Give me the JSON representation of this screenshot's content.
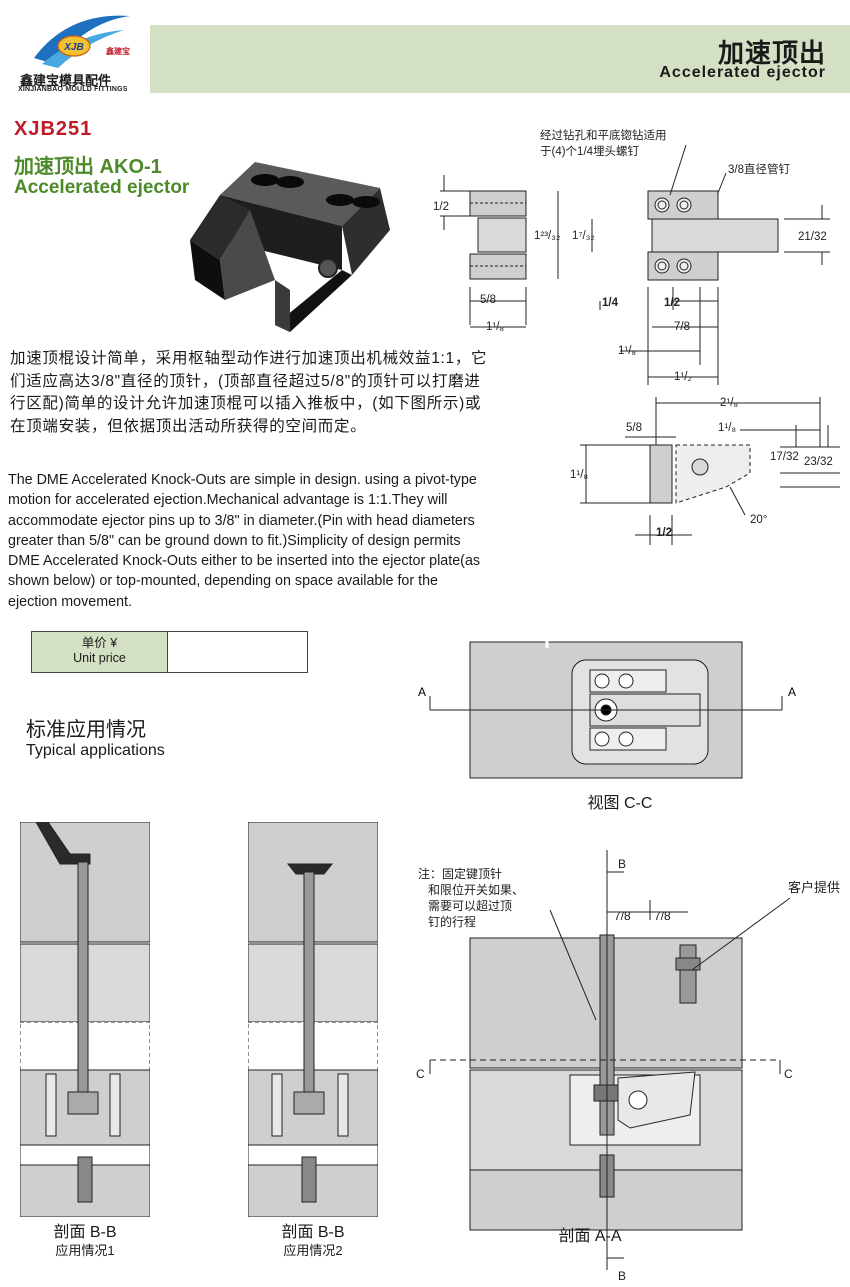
{
  "header": {
    "title_cn": "加速顶出",
    "title_en": "Accelerated ejector"
  },
  "logo": {
    "badge": "XJB",
    "badge_cn": "鑫建宝",
    "name_cn": "鑫建宝模具配件",
    "name_en": "XINJIANBAO MOULD FITTINGS"
  },
  "product": {
    "code": "XJB251",
    "name_cn": "加速顶出  AKO-1",
    "name_en": "Accelerated ejector"
  },
  "description": {
    "cn": "加速顶棍设计简单，采用枢轴型动作进行加速顶出机械效益1:1，它们适应高达3/8\"直径的顶针，(顶部直径超过5/8\"的顶针可以打磨进行区配)简单的设计允许加速顶棍可以插入推板中，(如下图所示)或在顶端安装，但依据顶出活动所获得的空间而定。",
    "en": "The DME Accelerated Knock-Outs are simple in design. using a pivot-type motion for accelerated ejection.Mechanical advantage is 1:1.They will accommodate ejector pins up to 3/8\"  in diameter.(Pin with head diameters greater than 5/8\"  can be ground down to fit.)Simplicity of design permits DME Accelerated Knock-Outs either to be inserted into the ejector plate(as shown below) or top-mounted, depending on space available for the ejection movement."
  },
  "price": {
    "label_cn": "单价 ¥",
    "label_en": "Unit price",
    "value": ""
  },
  "applications": {
    "title_cn": "标准应用情况",
    "title_en": "Typical applications"
  },
  "dims": {
    "note_drill_1": "经过钻孔和平底锪钻适用",
    "note_drill_2": "于(4)个1/4埋头螺钉",
    "dowel_note": "3/8直径管钉",
    "d_half": "1/2",
    "d_123_32": "1²³/₃₂",
    "d_17_32": "1⁷/₃₂",
    "d_21_32": "21/32",
    "d_5_8": "5/8",
    "d_1_4": "1/4",
    "d_1_2": "1/2",
    "d_7_8": "7/8",
    "d_1_1_8": "1¹/₈",
    "d_1_1_2": "1¹/₂",
    "d_2_1_8": "2¹/₈",
    "d_17_32_b": "17/32",
    "d_23_32": "23/32",
    "d_20deg": "20°"
  },
  "views": {
    "cc_caption": "视图  C-C",
    "section_a_label": "A",
    "section_b_label": "B",
    "section_c_label": "C",
    "note_pin_1": "注：固定键顶针",
    "note_pin_2": "和限位开关如果、",
    "note_pin_3": "需要可以超过顶",
    "note_pin_4": "钉的行程",
    "customer_supply": "客户提供",
    "dim_7_8": "7/8",
    "bb1_cn": "剖面 B-B",
    "bb1_sub": "应用情况1",
    "bb2_cn": "剖面 B-B",
    "bb2_sub": "应用情况2",
    "aa_cn": "剖面 A-A"
  }
}
